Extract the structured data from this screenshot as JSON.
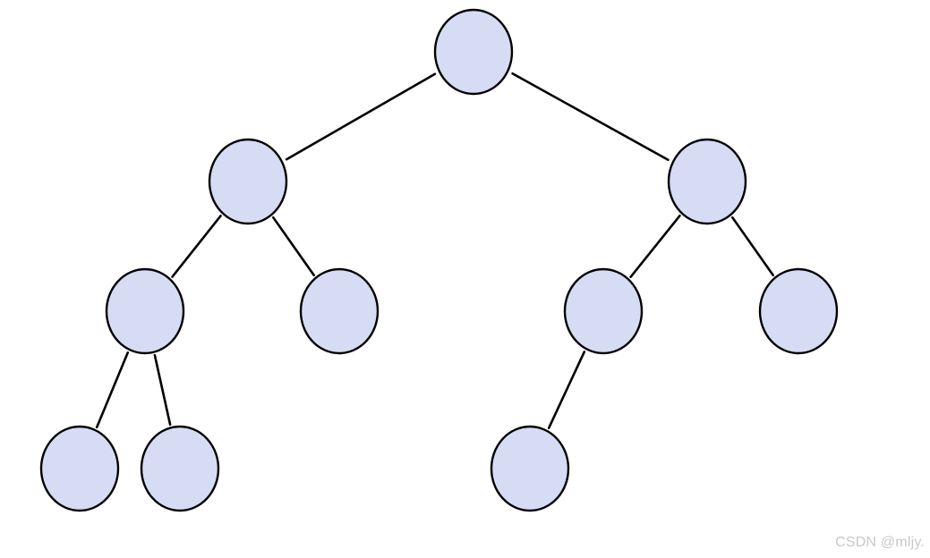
{
  "diagram": {
    "type": "binary-tree",
    "node_fill": "#d6dcf4",
    "node_stroke": "#000000",
    "edge_color": "#000000",
    "nodes": [
      {
        "id": "n1",
        "level": 0
      },
      {
        "id": "n2",
        "level": 1,
        "parent": "n1"
      },
      {
        "id": "n3",
        "level": 1,
        "parent": "n1"
      },
      {
        "id": "n4",
        "level": 2,
        "parent": "n2"
      },
      {
        "id": "n5",
        "level": 2,
        "parent": "n2"
      },
      {
        "id": "n6",
        "level": 2,
        "parent": "n3"
      },
      {
        "id": "n7",
        "level": 2,
        "parent": "n3"
      },
      {
        "id": "n8",
        "level": 3,
        "parent": "n4"
      },
      {
        "id": "n9",
        "level": 3,
        "parent": "n4"
      },
      {
        "id": "n12",
        "level": 3,
        "parent": "n6"
      }
    ]
  },
  "watermark": {
    "text": "CSDN @mljy."
  }
}
